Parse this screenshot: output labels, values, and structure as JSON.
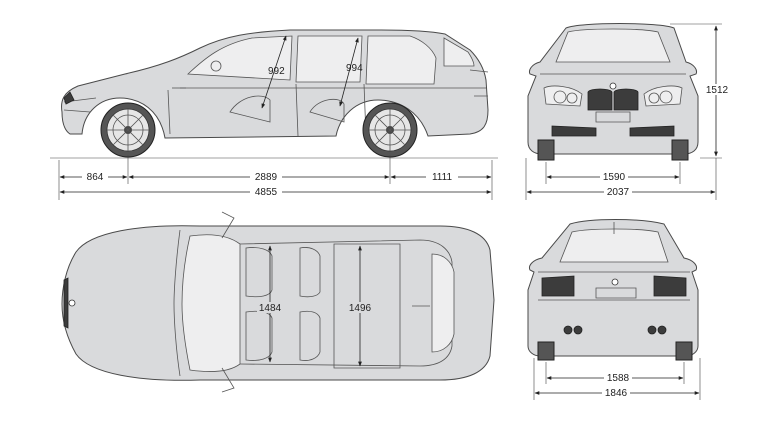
{
  "dimensions": {
    "front_overhang": "864",
    "wheelbase": "2889",
    "rear_overhang": "1111",
    "overall_length": "4855",
    "front_headroom": "992",
    "rear_headroom": "994",
    "front_track": "1590",
    "width_front_view": "2037",
    "height": "1512",
    "front_interior_width": "1484",
    "rear_interior_width": "1496",
    "rear_track": "1588",
    "width_rear_view": "1846"
  }
}
